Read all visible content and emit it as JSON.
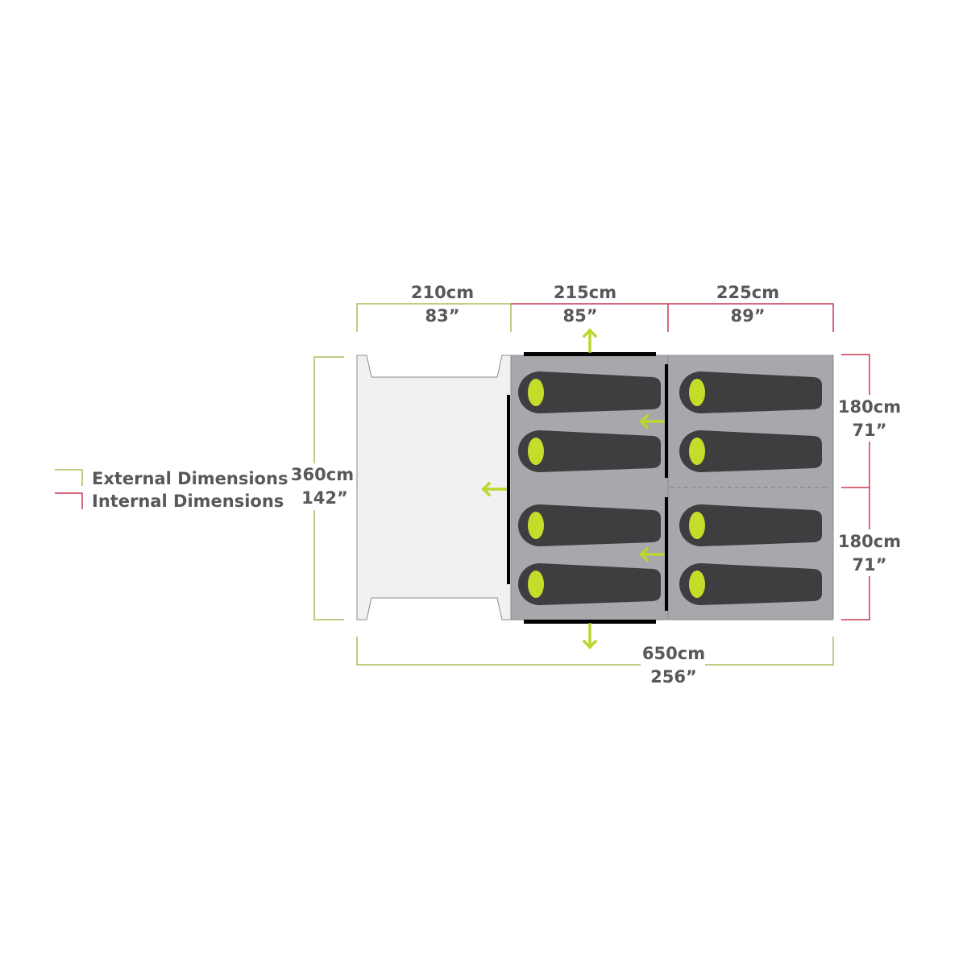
{
  "colors": {
    "external": "#a9bd5c",
    "internal": "#c83a52",
    "room": "#a7a8ab",
    "porch": "#f1f1f3",
    "sleeping_bag": "#3e3e41",
    "head": "#c6dc2b",
    "door": "#000000",
    "arrow": "#bcd62e",
    "text": "#58585a"
  },
  "legend": {
    "external": "External Dimensions",
    "internal": "Internal Dimensions"
  },
  "dimensions": {
    "porch_length": {
      "cm": "210cm",
      "in": "83”"
    },
    "room1_length": {
      "cm": "215cm",
      "in": "85”"
    },
    "room2_length": {
      "cm": "225cm",
      "in": "89”"
    },
    "total_width": {
      "cm": "360cm",
      "in": "142”"
    },
    "bedroom_top_width": {
      "cm": "180cm",
      "in": "71”"
    },
    "bedroom_bottom_width": {
      "cm": "180cm",
      "in": "71”"
    },
    "total_length": {
      "cm": "650cm",
      "in": "256”"
    }
  },
  "sleeping_bag_count": 8
}
